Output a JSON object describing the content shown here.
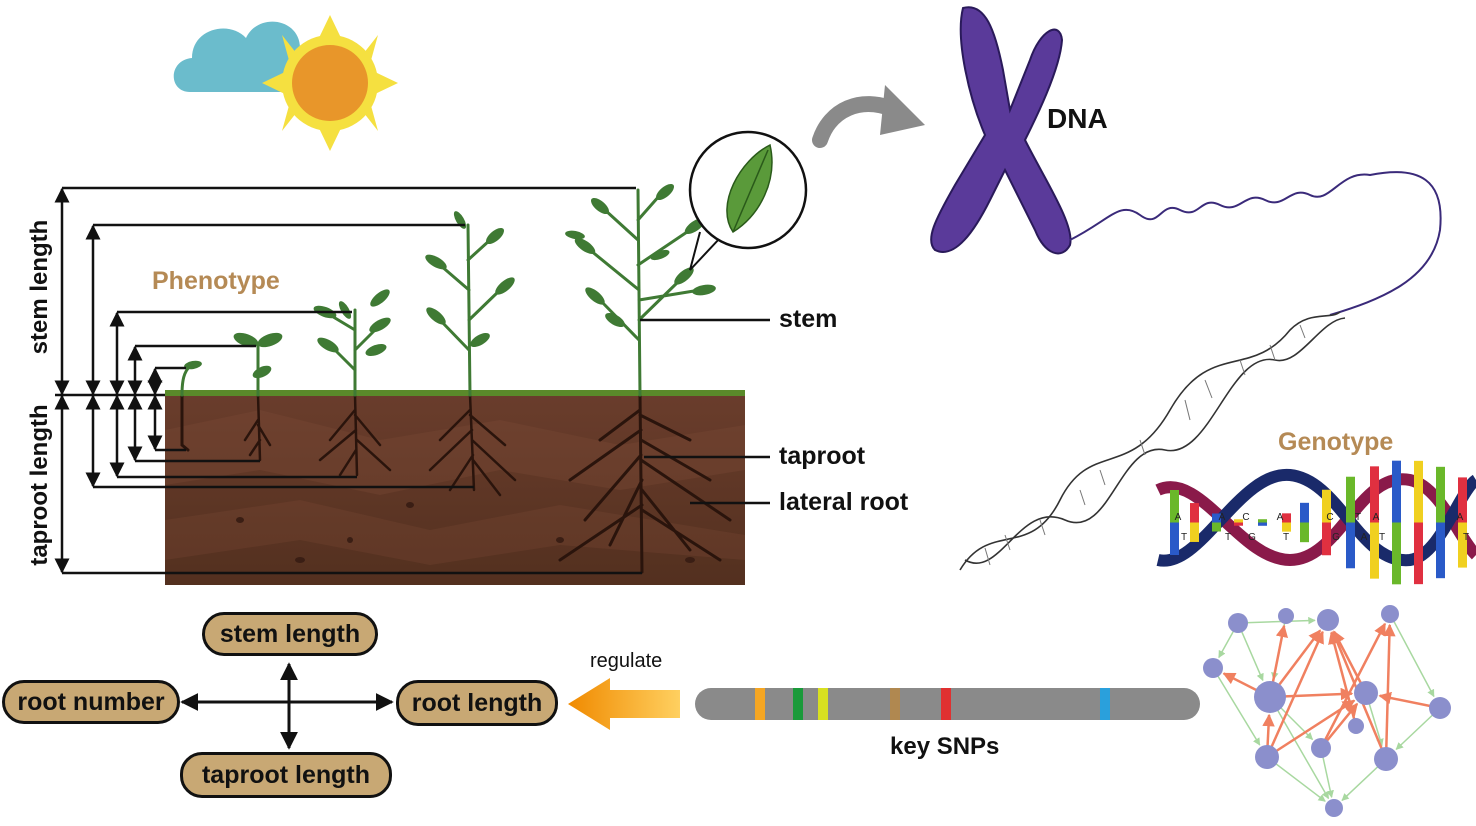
{
  "labels": {
    "phenotype": "Phenotype",
    "genotype": "Genotype",
    "dna": "DNA",
    "stem": "stem",
    "taproot": "taproot",
    "lateral_root": "lateral root",
    "stem_length_axis": "stem length",
    "taproot_length_axis": "taproot length",
    "regulate": "regulate",
    "key_snps": "key SNPs"
  },
  "traits": {
    "top": "stem length",
    "left": "root number",
    "right": "root length",
    "bottom": "taproot length"
  },
  "dna_bases": [
    "A",
    "T",
    "A",
    "T",
    "C",
    "G",
    "A",
    "T",
    "C",
    "G",
    "T",
    "A",
    "A",
    "T",
    "A",
    "T"
  ],
  "snp_colors": [
    "#f5a623",
    "#1a9a3a",
    "#d8e020",
    "#b08850",
    "#e03030",
    "#2aa0dc"
  ],
  "colors": {
    "soil": "#5e3426",
    "grass": "#5a8a2a",
    "leaf": "#3f7a34",
    "chromosome": "#5a3a9a",
    "trait_pill": "#c8a874",
    "title_brown": "#b58a55",
    "arrow_orange": "#f0a020",
    "node": "#8b8fcc",
    "edge_red": "#f08060",
    "edge_green": "#a8d8a0"
  }
}
